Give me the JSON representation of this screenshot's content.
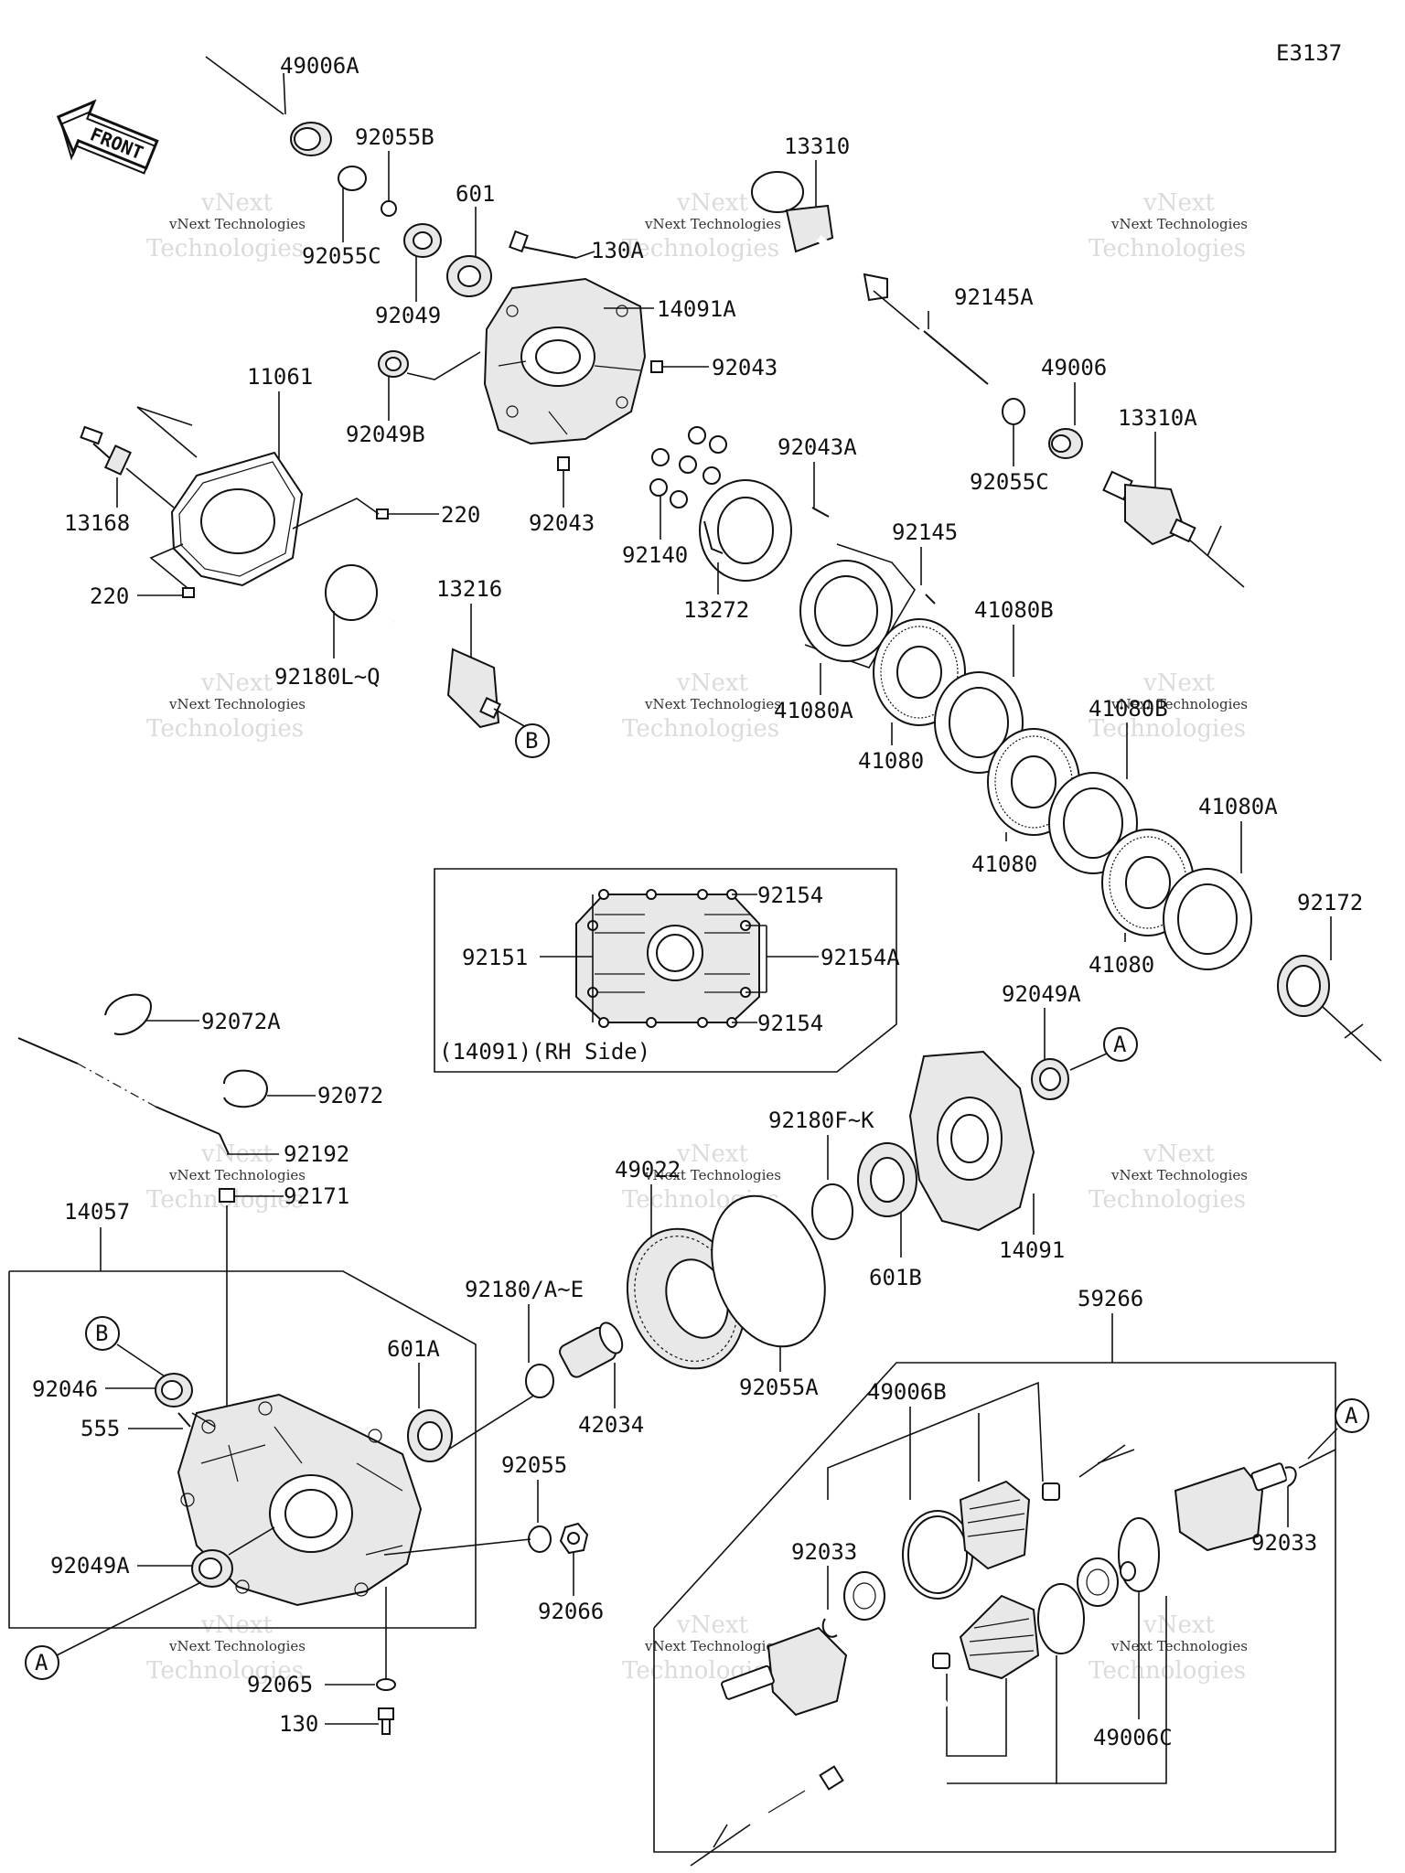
{
  "diagram_code": "E3137",
  "front_label": "FRONT",
  "watermark": {
    "line1": "vNext",
    "line2": "vNext Technologies",
    "line3": "Technologies"
  },
  "inset": {
    "caption": "(14091)(RH Side)",
    "labels": {
      "top": "92154",
      "left": "92151",
      "right": "92154A",
      "bottom": "92154"
    }
  },
  "refs": {
    "A": "A",
    "B": "B"
  },
  "parts": {
    "p49006A": "49006A",
    "p92055B": "92055B",
    "p92055C_top": "92055C",
    "p601": "601",
    "p92049": "92049",
    "p130A": "130A",
    "p14091A": "14091A",
    "p92043_a": "92043",
    "p92049B": "92049B",
    "p92043_b": "92043",
    "p11061": "11061",
    "p13168": "13168",
    "p220_a": "220",
    "p220_b": "220",
    "p13216": "13216",
    "p92180LQ": "92180L~Q",
    "p13310": "13310",
    "p92145A": "92145A",
    "p49006": "49006",
    "p13310A": "13310A",
    "p92055C_right": "92055C",
    "p92043A": "92043A",
    "p92140": "92140",
    "p13272": "13272",
    "p92145": "92145",
    "p41080A_a": "41080A",
    "p41080B_a": "41080B",
    "p41080_a": "41080",
    "p41080B_b": "41080B",
    "p41080_b": "41080",
    "p41080A_b": "41080A",
    "p41080_c": "41080",
    "p92172": "92172",
    "p92049A_right": "92049A",
    "p92180FK": "92180F~K",
    "p49022": "49022",
    "p14091": "14091",
    "p601B": "601B",
    "p92055A": "92055A",
    "p92072A": "92072A",
    "p92072": "92072",
    "p92192": "92192",
    "p92171": "92171",
    "p14057": "14057",
    "p92046": "92046",
    "p555": "555",
    "p92049A_left": "92049A",
    "p601A": "601A",
    "p92180AE": "92180/A~E",
    "p42034": "42034",
    "p92055": "92055",
    "p92066": "92066",
    "p92065": "92065",
    "p130": "130",
    "p59266": "59266",
    "p49006B": "49006B",
    "p92033_a": "92033",
    "p92033_b": "92033",
    "p49006C": "49006C"
  }
}
